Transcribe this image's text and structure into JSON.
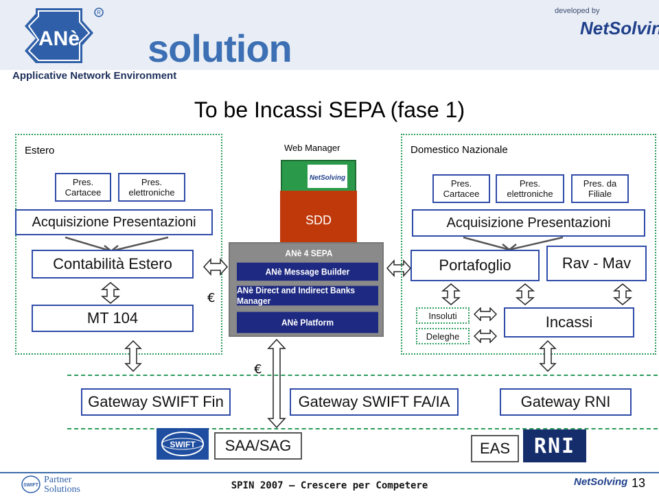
{
  "header": {
    "brand": "ANè",
    "product": "solution",
    "tagline": "Applicative Network Environment",
    "developed_by": "developed by",
    "company": "NetSolving"
  },
  "title": "To be  Incassi SEPA (fase 1)",
  "left_panel": {
    "heading": "Estero",
    "pres_cartacee": "Pres.\nCartacee",
    "pres_elettroniche": "Pres.\nelettroniche",
    "acquisizione": "Acquisizione Presentazioni",
    "contabilita": "Contabilità Estero",
    "mt": "MT 104"
  },
  "center_panel": {
    "heading": "Web Manager",
    "monitor_logo": "NetSolving",
    "sdd": "SDD",
    "sepa": "ANè 4 SEPA",
    "message_builder": "ANè Message Builder",
    "banks_manager": "ANè Direct and Indirect Banks Manager",
    "platform": "ANè Platform"
  },
  "right_panel": {
    "heading": "Domestico Nazionale",
    "pres_cartacee": "Pres.\nCartacee",
    "pres_elettroniche": "Pres.\nelettroniche",
    "pres_filiale": "Pres. da\nFiliale",
    "acquisizione": "Acquisizione Presentazioni",
    "portafoglio": "Portafoglio",
    "ravmav": "Rav - Mav",
    "insoluti": "Insoluti",
    "deleghe": "Deleghe",
    "incassi": "Incassi"
  },
  "euro_symbol": "€",
  "bottom": {
    "gw_fin": "Gateway SWIFT Fin",
    "gw_fa": "Gateway SWIFT FA/IA",
    "gw_rni": "Gateway RNI",
    "swift_logo": "SWIFT",
    "saa": "SAA/SAG",
    "eas": "EAS",
    "rni_logo": "RNI"
  },
  "footer": {
    "partner": "Partner",
    "solutions": "Solutions",
    "swift_small": "SWIFT",
    "event": "SPIN 2007 – Crescere per Competere",
    "company": "NetSolving",
    "page": "13"
  },
  "colors": {
    "box_border": "#2e4aa8",
    "panel_border": "#2a9a5a",
    "sdd_red": "#c0390a",
    "stack_blue": "#1e2a82"
  }
}
